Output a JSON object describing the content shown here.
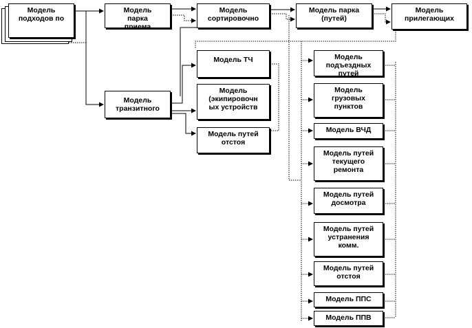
{
  "boxes": {
    "approach": "Модель\nподходов по",
    "park_arrival": "Модель\nпарка\nприема",
    "sorting": "Модель\nсортировочно",
    "park_tracks": "Модель парка\n(путей)",
    "adjacent": "Модель\nприлегающих",
    "transit": "Модель\nтранзитного",
    "tch": "Модель ТЧ",
    "equipment": "Модель\n(экипировочн\nых устройств",
    "sludge_tracks_left": "Модель путей\nотстоя",
    "access_tracks": "Модель\nподъездных\nпутей",
    "cargo_points": "Модель\nгрузовых\nпунктов",
    "vchd": "Модель ВЧД",
    "current_repair": "Модель путей\nтекущего\nремонта",
    "inspection": "Модель путей\nдосмотра",
    "elimination": "Модель путей\nустранения\nкомм.",
    "sludge_tracks_right": "Модель путей\nотстоя",
    "pps": "Модель ППС",
    "ppv": "Модель ППВ"
  }
}
